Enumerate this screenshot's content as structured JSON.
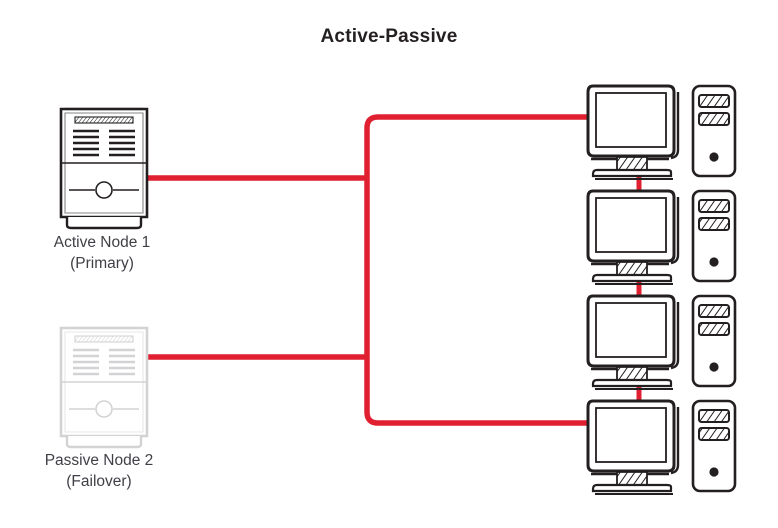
{
  "diagram": {
    "title": "Active-Passive",
    "type": "network-topology",
    "background_color": "#ffffff",
    "link_color": "#e02030",
    "ink_color": "#231f20",
    "passive_ink_color": "#d3d3d6",
    "text_color": "#3f3f46",
    "title_color": "#241f20"
  },
  "nodes": [
    {
      "id": "active-node-1",
      "icon": "server-tower-icon",
      "state": "active",
      "label_line1": "Active Node 1",
      "label_line2": "(Primary)"
    },
    {
      "id": "passive-node-2",
      "icon": "server-tower-icon",
      "state": "passive",
      "label_line1": "Passive Node 2",
      "label_line2": "(Failover)"
    }
  ],
  "clients": [
    {
      "id": "client-1",
      "icon": "desktop-computer-icon"
    },
    {
      "id": "client-2",
      "icon": "desktop-computer-icon"
    },
    {
      "id": "client-3",
      "icon": "desktop-computer-icon"
    },
    {
      "id": "client-4",
      "icon": "desktop-computer-icon"
    }
  ],
  "links": [
    {
      "id": "link-active-to-bus",
      "from": "active-node-1",
      "to": "bus",
      "color": "#e02030"
    },
    {
      "id": "link-passive-to-bus",
      "from": "passive-node-2",
      "to": "bus",
      "color": "#e02030"
    },
    {
      "id": "link-bus-to-client-1",
      "from": "bus",
      "to": "client-1",
      "color": "#e02030"
    },
    {
      "id": "link-bus-to-client-4",
      "from": "bus",
      "to": "client-4",
      "color": "#e02030"
    },
    {
      "id": "link-client-1-to-client-2",
      "from": "client-1",
      "to": "client-2",
      "color": "#e02030"
    },
    {
      "id": "link-client-2-to-client-3",
      "from": "client-2",
      "to": "client-3",
      "color": "#e02030"
    },
    {
      "id": "link-client-3-to-client-4",
      "from": "client-3",
      "to": "client-4",
      "color": "#e02030"
    }
  ]
}
